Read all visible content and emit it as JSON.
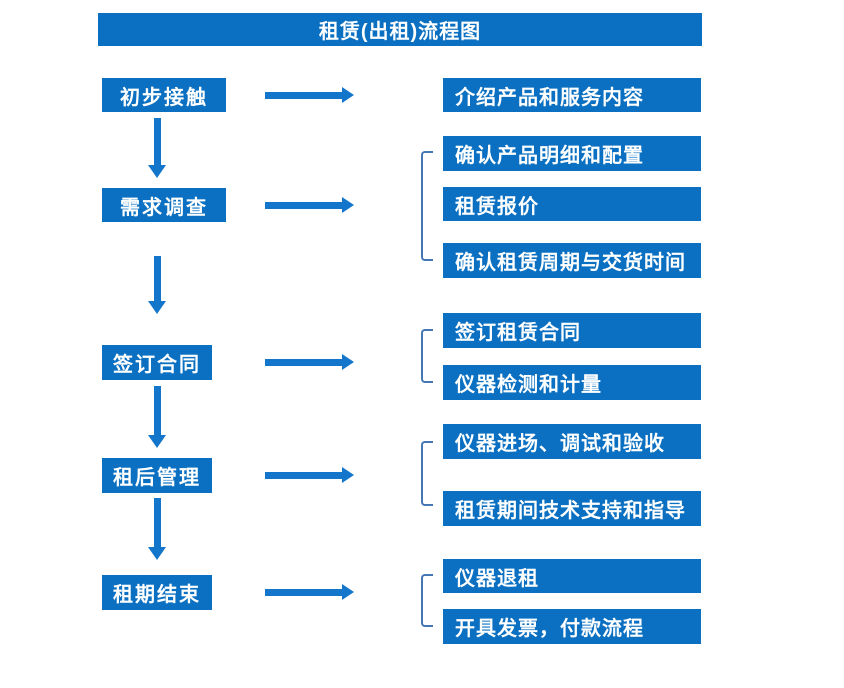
{
  "title": "租赁(出租)流程图",
  "colors": {
    "box": "#0B70C1",
    "arrow": "#1476CB",
    "bracket": "#4577B3",
    "box_text": "#FFFFFF",
    "background": "#FFFFFF"
  },
  "steps": [
    {
      "label": "初步接触",
      "details": [
        "介绍产品和服务内容"
      ]
    },
    {
      "label": "需求调查",
      "details": [
        "确认产品明细和配置",
        "租赁报价",
        "确认租赁周期与交货时间"
      ]
    },
    {
      "label": "签订合同",
      "details": [
        "签订租赁合同",
        "仪器检测和计量"
      ]
    },
    {
      "label": "租后管理",
      "details": [
        "仪器进场、调试和验收",
        "租赁期间技术支持和指导"
      ]
    },
    {
      "label": "租期结束",
      "details": [
        "仪器退租",
        "开具发票，付款流程"
      ]
    }
  ]
}
